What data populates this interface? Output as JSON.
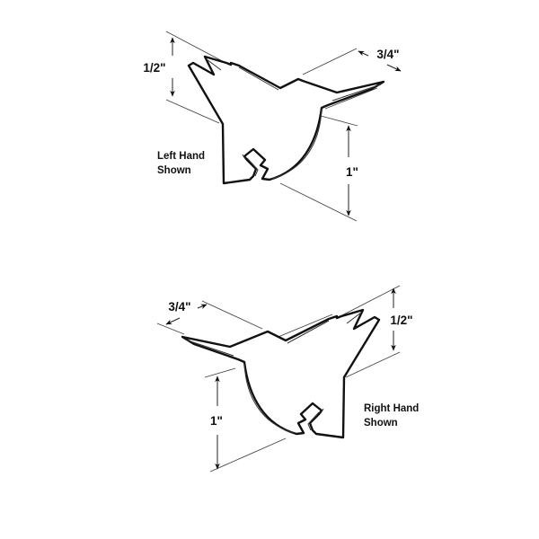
{
  "diagram": {
    "background": "#ffffff",
    "line_color": "#111111",
    "views": [
      {
        "id": "left-hand",
        "caption_line1": "Left Hand",
        "caption_line2": "Shown",
        "dimensions": {
          "height_tab": "1/2\"",
          "flange_width": "3/4\"",
          "body_height": "1\""
        }
      },
      {
        "id": "right-hand",
        "caption_line1": "Right Hand",
        "caption_line2": "Shown",
        "dimensions": {
          "height_tab": "1/2\"",
          "flange_width": "3/4\"",
          "body_height": "1\""
        }
      }
    ]
  }
}
